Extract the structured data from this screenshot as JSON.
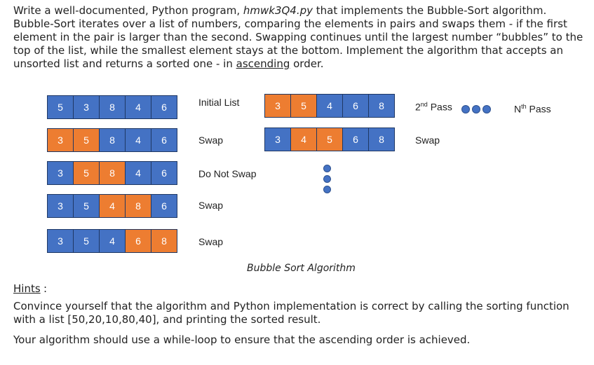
{
  "intro": {
    "part1": "Write a well-documented, Python program, ",
    "filename": "hmwk3Q4.py",
    "part2": " that implements the Bubble-Sort algorithm. Bubble-Sort iterates over a list of numbers, comparing the elements in pairs and swaps them - if the first element in the pair is larger than the second. Swapping continues until the largest number “bubbles” to the top of the list, while the smallest element stays at the bottom. Implement the algorithm that accepts an unsorted list and returns a sorted one - in ",
    "underlined": "ascending",
    "part3": " order."
  },
  "diagram": {
    "left_rows": [
      {
        "cells": [
          [
            "5",
            "blue"
          ],
          [
            "3",
            "blue"
          ],
          [
            "8",
            "blue"
          ],
          [
            "4",
            "blue"
          ],
          [
            "6",
            "blue"
          ]
        ],
        "label": "Initial List"
      },
      {
        "cells": [
          [
            "3",
            "orange"
          ],
          [
            "5",
            "orange"
          ],
          [
            "8",
            "blue"
          ],
          [
            "4",
            "blue"
          ],
          [
            "6",
            "blue"
          ]
        ],
        "label": "Swap"
      },
      {
        "cells": [
          [
            "3",
            "blue"
          ],
          [
            "5",
            "orange"
          ],
          [
            "8",
            "orange"
          ],
          [
            "4",
            "blue"
          ],
          [
            "6",
            "blue"
          ]
        ],
        "label": "Do Not Swap"
      },
      {
        "cells": [
          [
            "3",
            "blue"
          ],
          [
            "5",
            "blue"
          ],
          [
            "4",
            "orange"
          ],
          [
            "8",
            "orange"
          ],
          [
            "6",
            "blue"
          ]
        ],
        "label": "Swap"
      },
      {
        "cells": [
          [
            "3",
            "blue"
          ],
          [
            "5",
            "blue"
          ],
          [
            "4",
            "blue"
          ],
          [
            "6",
            "orange"
          ],
          [
            "8",
            "orange"
          ]
        ],
        "label": "Swap"
      }
    ],
    "right_rows": [
      {
        "cells": [
          [
            "3",
            "orange"
          ],
          [
            "5",
            "orange"
          ],
          [
            "4",
            "blue"
          ],
          [
            "6",
            "blue"
          ],
          [
            "8",
            "blue"
          ]
        ]
      },
      {
        "cells": [
          [
            "3",
            "blue"
          ],
          [
            "4",
            "orange"
          ],
          [
            "5",
            "orange"
          ],
          [
            "6",
            "blue"
          ],
          [
            "8",
            "blue"
          ]
        ],
        "label": "Swap"
      }
    ],
    "second_pass_label": {
      "pre": "2",
      "sup": "nd",
      "post": " Pass"
    },
    "nth_pass_label": {
      "pre": "N",
      "sup": "th",
      "post": " Pass"
    },
    "caption": "Bubble Sort Algorithm",
    "colors": {
      "blue": "#4472c4",
      "orange": "#ed7d31"
    }
  },
  "hints": {
    "title": "Hints",
    "title_suffix": ":",
    "p1": "Convince yourself that the algorithm and Python implementation is correct by calling the sorting function with a list [50,20,10,80,40], and printing the sorted result.",
    "p2": "Your algorithm should use a while-loop to ensure that the ascending order is achieved."
  }
}
